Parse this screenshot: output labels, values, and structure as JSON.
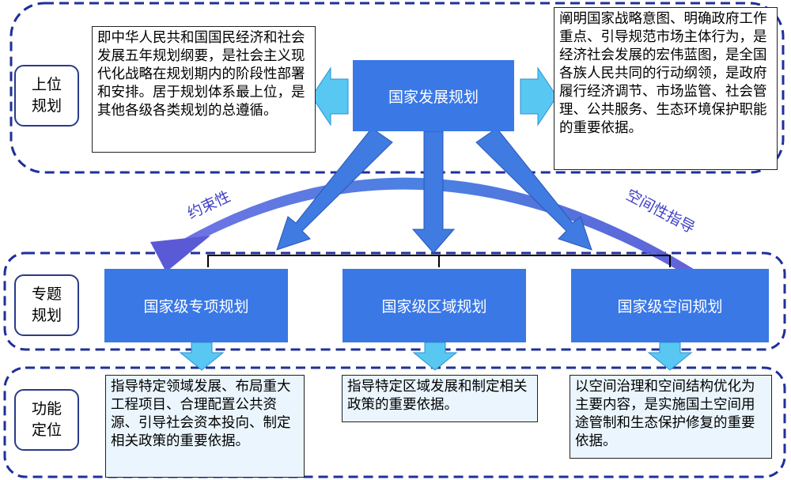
{
  "levels": {
    "upper": "上位\n规划",
    "special": "专题\n规划",
    "function": "功能\n定位"
  },
  "national_plan": {
    "title": "国家发展规划",
    "left_desc": "即中华人民共和国国民经济和社会发展五年规划纲要，是社会主义现代化战略在规划期内的阶段性部署和安排。居于规划体系最上位，是其他各级各类规划的总遵循。",
    "right_desc": "阐明国家战略意图、明确政府工作重点、引导规范市场主体行为，是经济社会发展的宏伟蓝图，是全国各族人民共同的行动纲领，是政府履行经济调节、市场监管、社会管理、公共服务、生态环境保护职能的重要依据。"
  },
  "arcs": {
    "left_label": "约束性",
    "right_label": "空间性指导"
  },
  "special_plans": [
    {
      "title": "国家级专项规划",
      "function": "指导特定领域发展、布局重大工程项目、合理配置公共资源、引导社会资本投向、制定相关政策的重要依据。"
    },
    {
      "title": "国家级区域规划",
      "function": "指导特定区域发展和制定相关政策的重要依据。"
    },
    {
      "title": "国家级空间规划",
      "function": "以空间治理和空间结构优化为主要内容，是实施国土空间用途管制和生态保护修复的重要依据。"
    }
  ],
  "colors": {
    "dashed_border": "#1f2f9a",
    "box_blue": "#3a78e6",
    "arrow_blue": "#3f7be0",
    "arc_purple": "#5a5ad6",
    "light_arrow": "#58c8f2"
  }
}
